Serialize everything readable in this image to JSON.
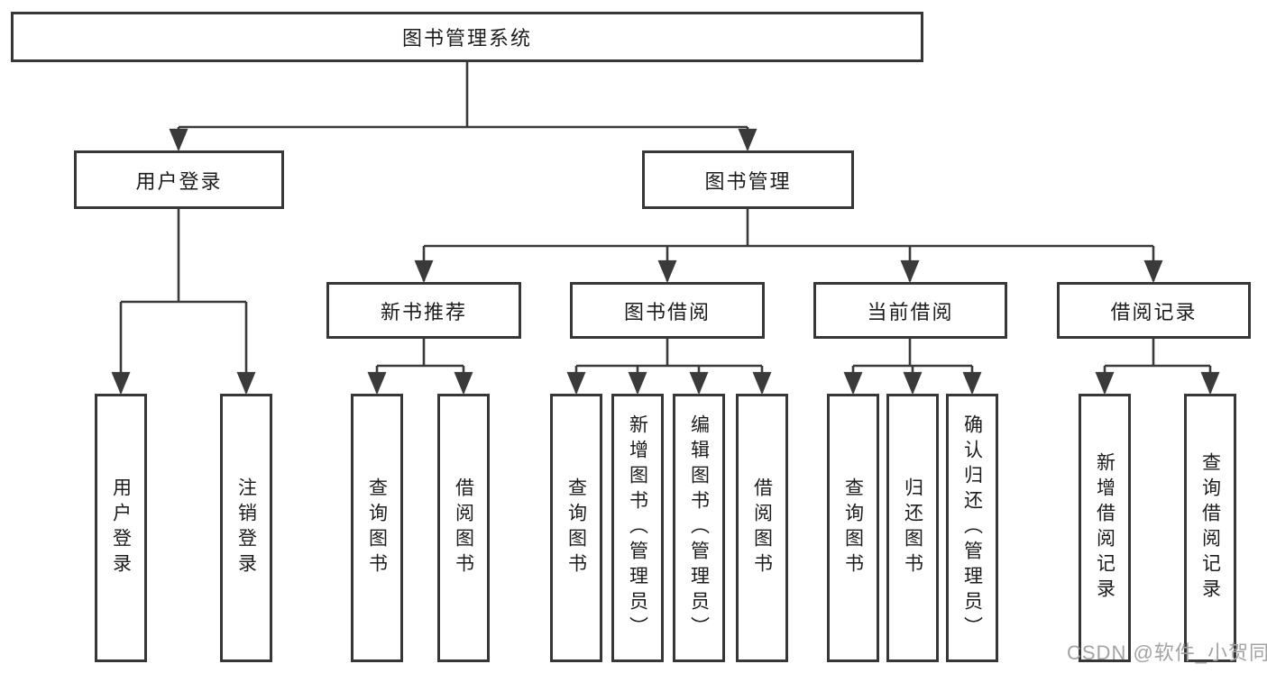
{
  "diagram": {
    "type": "hierarchy-tree",
    "tree": {
      "label": "图书管理系统",
      "children": [
        {
          "label": "用户登录",
          "children": [
            {
              "label": "用户登录"
            },
            {
              "label": "注销登录"
            }
          ]
        },
        {
          "label": "图书管理",
          "children": [
            {
              "label": "新书推荐",
              "children": [
                {
                  "label": "查询图书"
                },
                {
                  "label": "借阅图书"
                }
              ]
            },
            {
              "label": "图书借阅",
              "children": [
                {
                  "label": "查询图书"
                },
                {
                  "label": "新增图书（管理员）"
                },
                {
                  "label": "编辑图书（管理员）"
                },
                {
                  "label": "借阅图书"
                }
              ]
            },
            {
              "label": "当前借阅",
              "children": [
                {
                  "label": "查询图书"
                },
                {
                  "label": "归还图书"
                },
                {
                  "label": "确认归还（管理员）"
                }
              ]
            },
            {
              "label": "借阅记录",
              "children": [
                {
                  "label": "新增借阅记录"
                },
                {
                  "label": "查询借阅记录"
                }
              ]
            }
          ]
        }
      ]
    },
    "colors": {
      "background": "#ffffff",
      "box_fill": "#ffffff",
      "box_border": "#373737",
      "line": "#3a3a3a",
      "text": "#1c1c1c",
      "watermark": "#a3a3a3"
    }
  },
  "watermark": {
    "text": "CSDN @软件_小贺同学"
  }
}
